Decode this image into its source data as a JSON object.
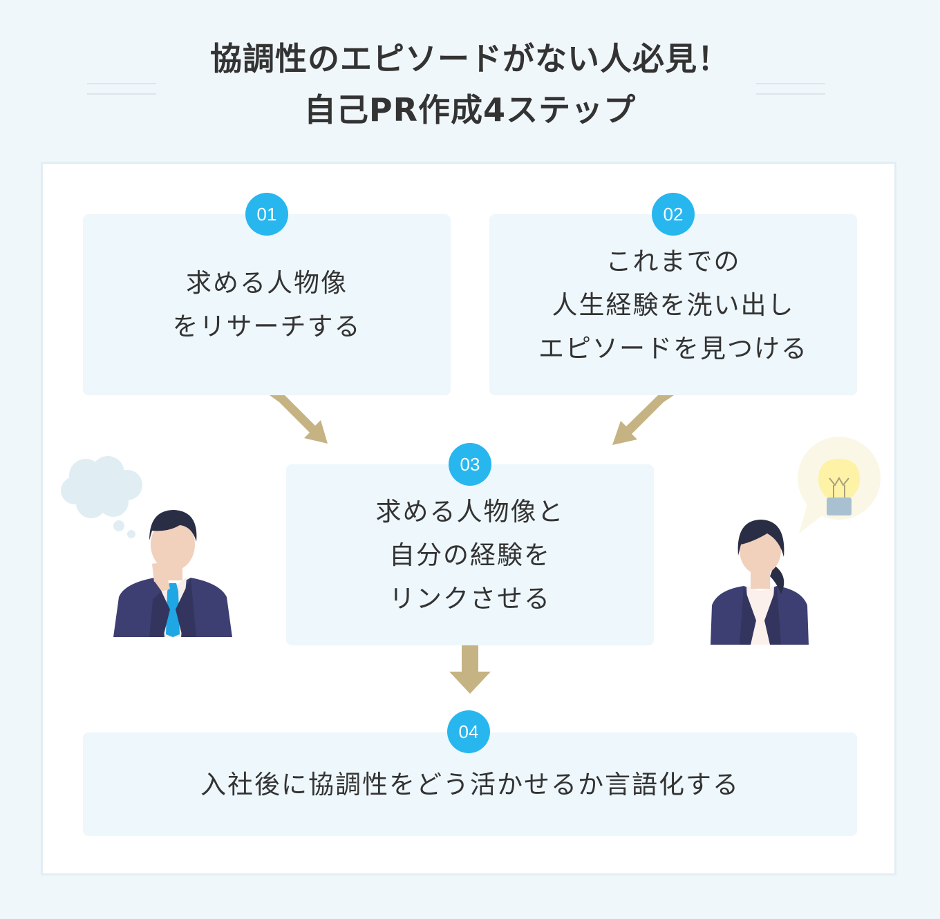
{
  "title": {
    "line1": "協調性のエピソードがない人必見！",
    "line2": "自己PR作成4ステップ"
  },
  "steps": [
    {
      "number": "01",
      "lines": [
        "求める人物像",
        "をリサーチする"
      ]
    },
    {
      "number": "02",
      "lines": [
        "これまでの",
        "人生経験を洗い出し",
        "エピソードを見つける"
      ]
    },
    {
      "number": "03",
      "lines": [
        "求める人物像と",
        "自分の経験を",
        "リンクさせる"
      ]
    },
    {
      "number": "04",
      "lines": [
        "入社後に協調性をどう活かせるか言語化する"
      ]
    }
  ],
  "colors": {
    "background": "#f0f7fb",
    "badge": "#27b7ee",
    "arrow": "#c5b383",
    "box": "#eef7fb",
    "suit": "#3d3f72",
    "tie": "#1ea7e4"
  },
  "icons": [
    "thought-cloud-icon",
    "lightbulb-icon",
    "thinking-man-icon",
    "woman-icon"
  ]
}
